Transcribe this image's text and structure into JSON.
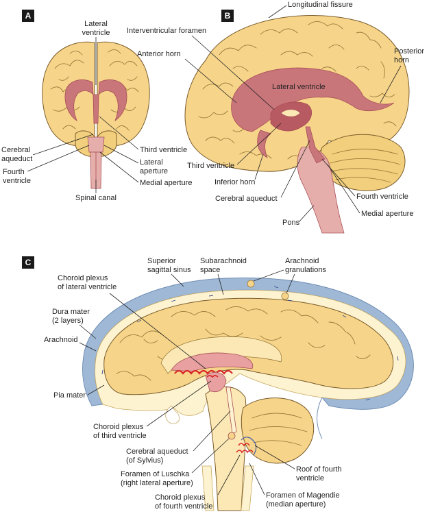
{
  "panels": {
    "a": {
      "tag": "A",
      "labels": {
        "lateral_ventricle": [
          "Lateral",
          "ventricle"
        ],
        "cerebral_aqueduct": [
          "Cerebral",
          "aqueduct"
        ],
        "fourth_ventricle": [
          "Fourth",
          "ventricle"
        ],
        "third_ventricle": "Third ventricle",
        "lateral_aperture": [
          "Lateral",
          "aperture"
        ],
        "medial_aperture": "Medial aperture",
        "spinal_canal": "Spinal canal"
      }
    },
    "b": {
      "tag": "B",
      "labels": {
        "longitudinal_fissure": "Longitudinal fissure",
        "interventricular_foramen": "Interventricular foramen",
        "anterior_horn": "Anterior horn",
        "posterior_horn": [
          "Posterior",
          "horn"
        ],
        "lateral_ventricle": "Lateral ventricle",
        "third_ventricle": "Third ventricle",
        "inferior_horn": "Inferior horn",
        "cerebral_aqueduct": "Cerebral aqueduct",
        "fourth_ventricle": "Fourth ventricle",
        "medial_aperture": "Medial aperture",
        "pons": "Pons"
      }
    },
    "c": {
      "tag": "C",
      "labels": {
        "superior_sagittal_sinus": [
          "Superior",
          "sagittal sinus"
        ],
        "subarachnoid_space": [
          "Subarachnoid",
          "space"
        ],
        "arachnoid_granulations": [
          "Arachnoid",
          "granulations"
        ],
        "choroid_plexus_lateral": [
          "Choroid plexus",
          "of lateral ventricle"
        ],
        "dura_mater": [
          "Dura mater",
          "(2 layers)"
        ],
        "arachnoid": "Arachnoid",
        "pia_mater": "Pia mater",
        "choroid_plexus_third": [
          "Choroid plexus",
          "of third ventricle"
        ],
        "cerebral_aqueduct": [
          "Cerebral aqueduct",
          "(of Sylvius)"
        ],
        "foramen_luschka": [
          "Foramen of Luschka",
          "(right lateral aperture)"
        ],
        "choroid_plexus_fourth": [
          "Choroid plexus",
          "of fourth ventricle"
        ],
        "roof_fourth": [
          "Roof of fourth",
          "ventricle"
        ],
        "foramen_magendie": [
          "Foramen of Magendie",
          "(median aperture)"
        ]
      }
    }
  },
  "colors": {
    "brain_fill": "#f6d58a",
    "brain_light": "#fbe8b4",
    "ventricle": "#c9767a",
    "ventricle_dark": "#a84e55",
    "brainstem": "#e5aeaa",
    "cerebellum": "#f2cf7c",
    "dura": "#9fb8d6",
    "csf_space": "#fdf3d0",
    "plexus": "#d9262a"
  }
}
